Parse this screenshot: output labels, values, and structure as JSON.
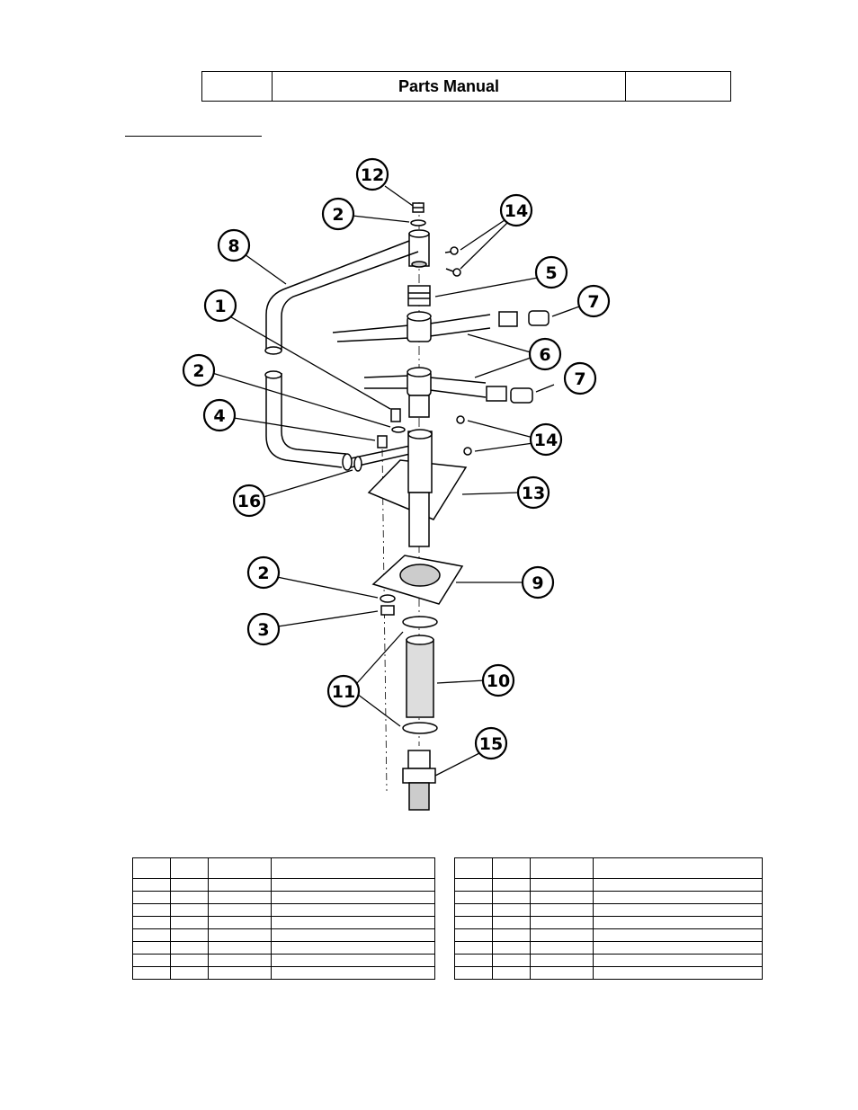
{
  "header": {
    "title": "Parts Manual"
  },
  "diagram": {
    "callouts": [
      "12",
      "2",
      "14",
      "8",
      "5",
      "7",
      "1",
      "6",
      "2",
      "7",
      "4",
      "14",
      "16",
      "13",
      "2",
      "9",
      "3",
      "11",
      "10",
      "15"
    ]
  }
}
